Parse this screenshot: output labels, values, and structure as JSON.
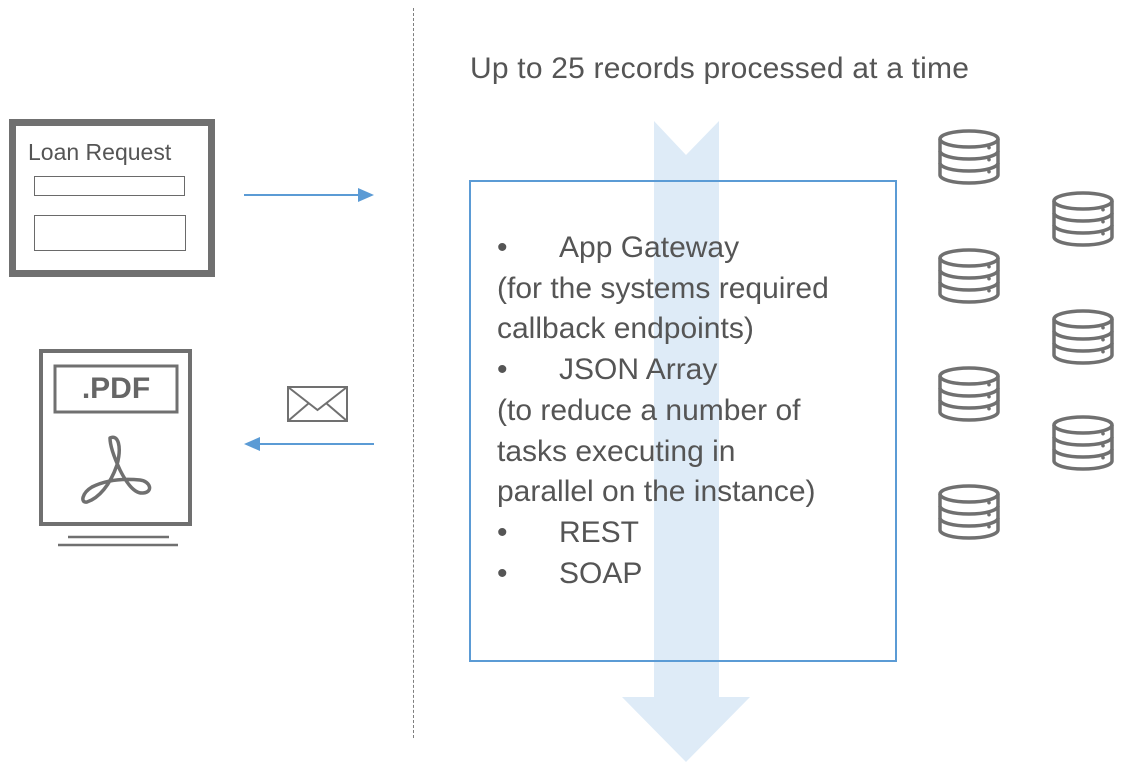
{
  "header": {
    "text": "Up to 25 records processed at a time"
  },
  "loan_form": {
    "title": "Loan Request"
  },
  "pdf_doc": {
    "label": ".PDF"
  },
  "icons": {
    "envelope": "envelope-icon",
    "pdf_document": "pdf-document-icon",
    "database": "database-icon"
  },
  "colors": {
    "arrow_blue": "#5b9bd5",
    "big_arrow_fill": "#deebf7",
    "box_border": "#5b9bd5",
    "icon_gray": "#707070",
    "text_gray": "#555555"
  },
  "main_box": {
    "items": [
      {
        "bullet": "•",
        "label": "App Gateway",
        "note": [
          "(for the systems required",
          "callback endpoints)"
        ]
      },
      {
        "bullet": "•",
        "label": "JSON Array",
        "note": [
          "(to reduce a number of",
          "tasks executing in",
          "parallel on the instance)"
        ]
      },
      {
        "bullet": "•",
        "label": "REST",
        "note": []
      },
      {
        "bullet": "•",
        "label": "SOAP",
        "note": []
      }
    ]
  }
}
